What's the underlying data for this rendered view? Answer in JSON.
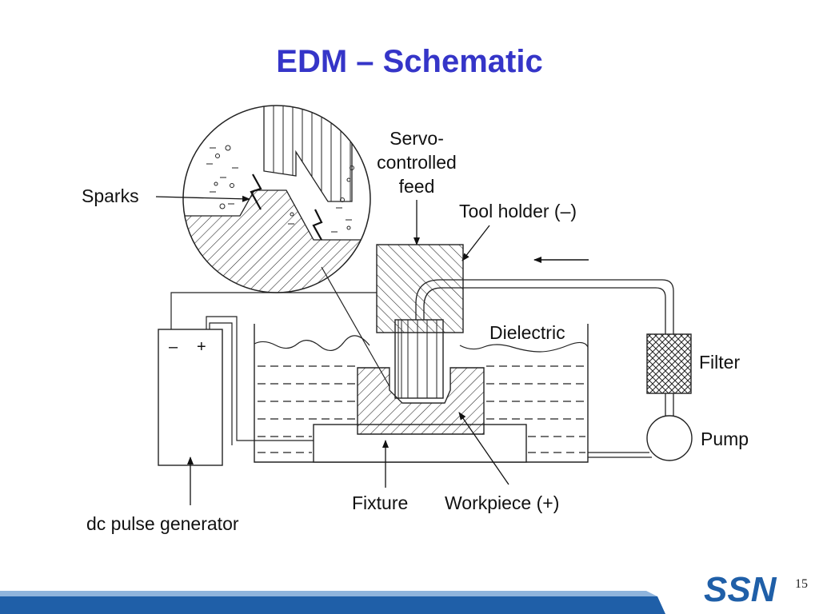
{
  "slide": {
    "title": "EDM – Schematic",
    "page_number": "15",
    "logo_text": "SSN"
  },
  "diagram": {
    "labels": {
      "sparks": "Sparks",
      "servo_line1": "Servo-",
      "servo_line2": "controlled",
      "servo_line3": "feed",
      "tool_holder": "Tool holder (–)",
      "dielectric": "Dielectric",
      "filter": "Filter",
      "pump": "Pump",
      "fixture": "Fixture",
      "workpiece": "Workpiece (+)",
      "generator": "dc pulse generator",
      "minus": "–",
      "plus": "+"
    }
  },
  "colors": {
    "title": "#3535c8",
    "footer_blue": "#1f5fa8",
    "footer_light": "#8fb4dc",
    "logo": "#1f5fa8"
  }
}
